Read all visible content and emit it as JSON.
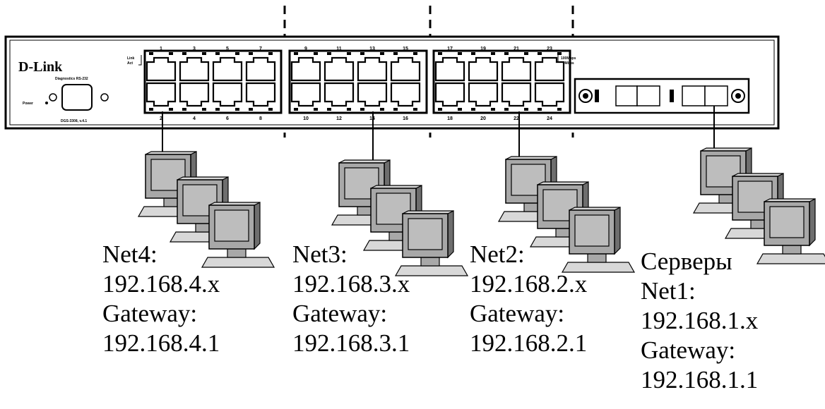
{
  "device": {
    "brand": "D-Link",
    "console_label": "Diagnostics RS-232",
    "power_label": "Power",
    "model_label": "DGS-3308, v.4.1",
    "led_legend": [
      "Link",
      "Act"
    ],
    "speed_legend": [
      "100Mbps",
      "10Mbps"
    ],
    "top_port_numbers": [
      "1",
      "3",
      "5",
      "7",
      "9",
      "11",
      "13",
      "15",
      "17",
      "19",
      "21",
      "23"
    ],
    "bottom_port_numbers": [
      "2",
      "4",
      "6",
      "8",
      "10",
      "12",
      "14",
      "16",
      "18",
      "20",
      "22",
      "24"
    ]
  },
  "networks": [
    {
      "lines": [
        "Net4:",
        "192.168.4.x",
        "Gateway:",
        "192.168.4.1"
      ]
    },
    {
      "lines": [
        "Net3:",
        "192.168.3.x",
        "Gateway:",
        "192.168.3.1"
      ]
    },
    {
      "lines": [
        "Net2:",
        "192.168.2.x",
        "Gateway:",
        "192.168.2.1"
      ]
    },
    {
      "lines": [
        "Серверы",
        "Net1:",
        "192.168.1.x",
        "Gateway:",
        "192.168.1.1"
      ]
    }
  ],
  "colors": {
    "stroke": "#000000",
    "monitor_light": "#d8d8d8",
    "monitor_mid": "#a8a8a8",
    "monitor_dark": "#6e6e6e",
    "screen": "#bdbdbd"
  }
}
